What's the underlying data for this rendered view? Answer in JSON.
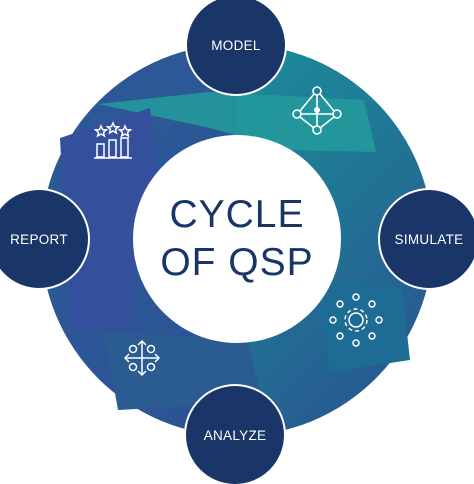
{
  "center": {
    "line1": "CYCLE",
    "line2": "OF QSP"
  },
  "nodes": {
    "model": "MODEL",
    "simulate": "SIMULATE",
    "analyze": "ANALYZE",
    "report": "REPORT"
  },
  "colors": {
    "ring_teal": "#1a8f96",
    "ring_teal_dark": "#1a7893",
    "ring_blue": "#2d5a9a",
    "ring_navy": "#274b8e",
    "panel_teal": "#23999b",
    "panel_blue": "#34509c",
    "panel_sim": "#1d6c93",
    "panel_analyze": "#2a5c91",
    "node_fill": "#1a3668",
    "center_text": "#1a3668",
    "icon_stroke": "#ffffff"
  },
  "icons": {
    "model": "network-nodes-icon",
    "simulate": "gear-cluster-icon",
    "analyze": "crosshair-arrows-icon",
    "report": "bar-chart-stars-icon"
  }
}
